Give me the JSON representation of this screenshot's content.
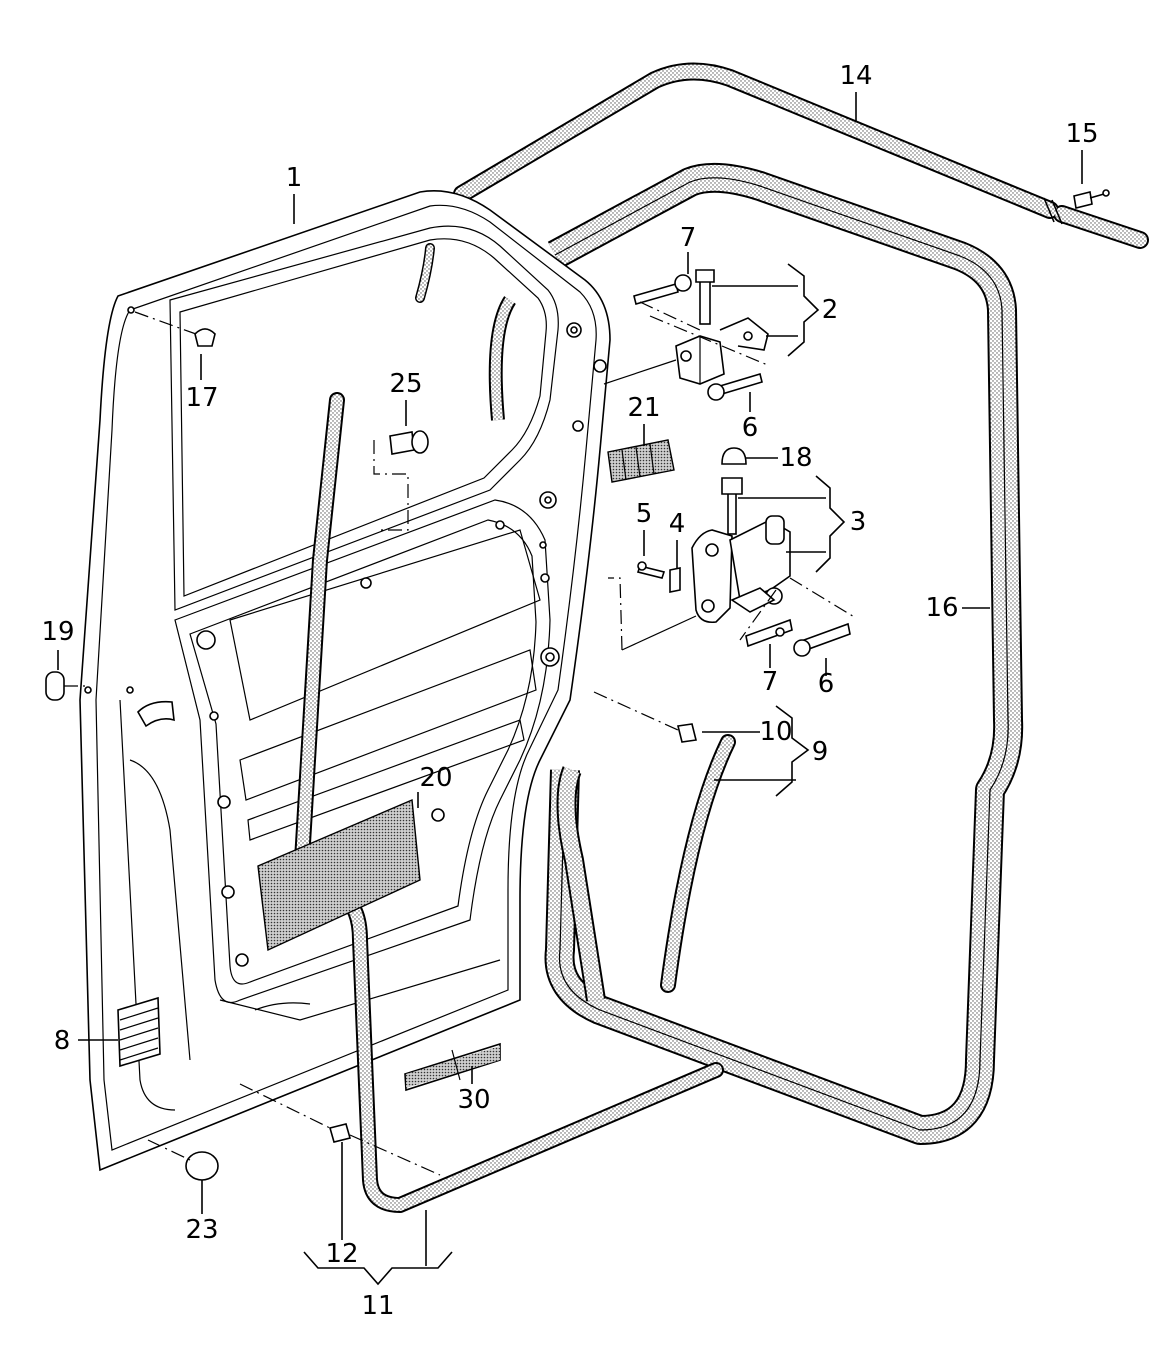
{
  "diagram": {
    "title": "Door, door seals and hinges — exploded parts view",
    "labels": {
      "p1": "1",
      "p2": "2",
      "p3": "3",
      "p4": "4",
      "p5": "5",
      "p6a": "6",
      "p6b": "6",
      "p7a": "7",
      "p7b": "7",
      "p8": "8",
      "p9": "9",
      "p10": "10",
      "p11": "11",
      "p12": "12",
      "p14": "14",
      "p15": "15",
      "p16": "16",
      "p17": "17",
      "p18": "18",
      "p19": "19",
      "p20": "20",
      "p21": "21",
      "p23": "23",
      "p25": "25",
      "p30": "30"
    }
  }
}
